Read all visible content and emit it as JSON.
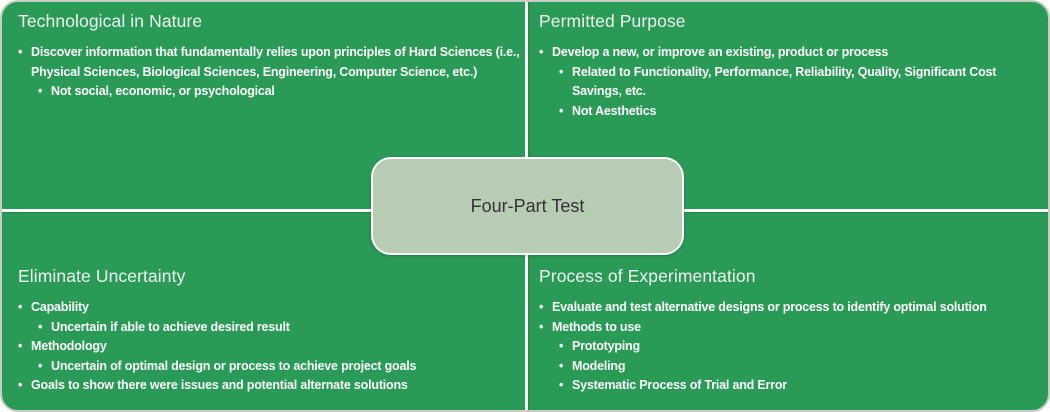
{
  "glyphs": {
    "bullet": "•"
  },
  "colors": {
    "quadrant_background": "#2a9b57",
    "divider": "#ffffff",
    "quadrant_text": "#ffffff",
    "center_fill": "#b7cdb3",
    "center_border": "#ffffff",
    "center_text": "#333333"
  },
  "center": {
    "label": "Four-Part Test"
  },
  "quadrants": [
    {
      "title": "Technological in Nature",
      "items": [
        {
          "level": 1,
          "text": "Discover information that fundamentally relies upon principles of Hard Sciences (i.e., Physical Sciences, Biological Sciences, Engineering, Computer Science, etc.)"
        },
        {
          "level": 2,
          "text": "Not social, economic, or psychological"
        }
      ]
    },
    {
      "title": "Permitted Purpose",
      "items": [
        {
          "level": 1,
          "text": "Develop a new, or improve an existing, product or process"
        },
        {
          "level": 2,
          "text": "Related to Functionality, Performance, Reliability, Quality, Significant Cost Savings, etc."
        },
        {
          "level": 2,
          "text": "Not Aesthetics"
        }
      ]
    },
    {
      "title": "Eliminate Uncertainty",
      "items": [
        {
          "level": 1,
          "text": "Capability"
        },
        {
          "level": 2,
          "text": "Uncertain if able to achieve desired result"
        },
        {
          "level": 1,
          "text": "Methodology"
        },
        {
          "level": 2,
          "text": "Uncertain of optimal design or process to achieve project goals"
        },
        {
          "level": 1,
          "text": "Goals to show there were issues and potential alternate solutions"
        }
      ]
    },
    {
      "title": "Process of Experimentation",
      "items": [
        {
          "level": 1,
          "text": "Evaluate and test alternative designs or process to identify optimal solution"
        },
        {
          "level": 1,
          "text": "Methods to use"
        },
        {
          "level": 2,
          "text": "Prototyping"
        },
        {
          "level": 2,
          "text": "Modeling"
        },
        {
          "level": 2,
          "text": "Systematic Process of Trial and Error"
        }
      ]
    }
  ]
}
